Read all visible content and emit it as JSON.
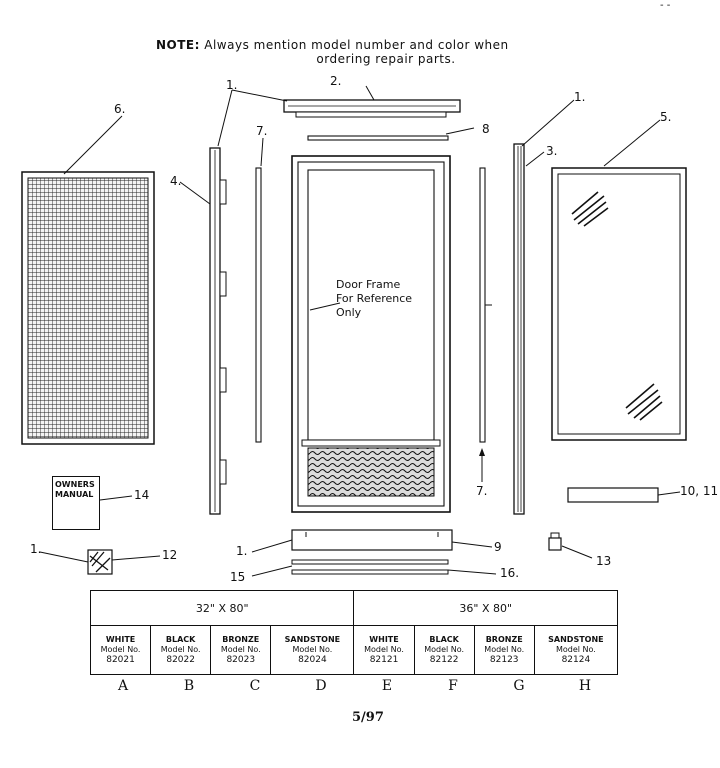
{
  "note": {
    "label": "NOTE:",
    "line1": "Always mention model number and color when",
    "line2": "ordering repair parts."
  },
  "reference_label": [
    "Door Frame",
    "For Reference",
    "Only"
  ],
  "manual_label": [
    "OWNERS",
    "MANUAL"
  ],
  "callouts": {
    "c1_left": "1.",
    "c2": "2.",
    "c1_right": "1.",
    "c3": "3.",
    "c4": "4.",
    "c5": "5.",
    "c6": "6.",
    "c7_top": "7.",
    "c7_bottom": "7.",
    "c8": "8",
    "c9": "9",
    "c10_11": "10, 11",
    "c12": "12",
    "c1_bag": "1.",
    "c1_bottom": "1.",
    "c13": "13",
    "c14": "14",
    "c15": "15",
    "c16": "16."
  },
  "sizes": [
    "32\" X 80\"",
    "36\" X 80\""
  ],
  "models": [
    {
      "color": "WHITE",
      "label": "Model No.",
      "number": "82021"
    },
    {
      "color": "BLACK",
      "label": "Model No.",
      "number": "82022"
    },
    {
      "color": "BRONZE",
      "label": "Model No.",
      "number": "82023"
    },
    {
      "color": "SANDSTONE",
      "label": "Model No.",
      "number": "82024"
    },
    {
      "color": "WHITE",
      "label": "Model No.",
      "number": "82121"
    },
    {
      "color": "BLACK",
      "label": "Model No.",
      "number": "82122"
    },
    {
      "color": "BRONZE",
      "label": "Model No.",
      "number": "82123"
    },
    {
      "color": "SANDSTONE",
      "label": "Model No.",
      "number": "82124"
    }
  ],
  "letters": [
    "A",
    "B",
    "C",
    "D",
    "E",
    "F",
    "G",
    "H"
  ],
  "footer": "5/97",
  "top_mark": "- -"
}
